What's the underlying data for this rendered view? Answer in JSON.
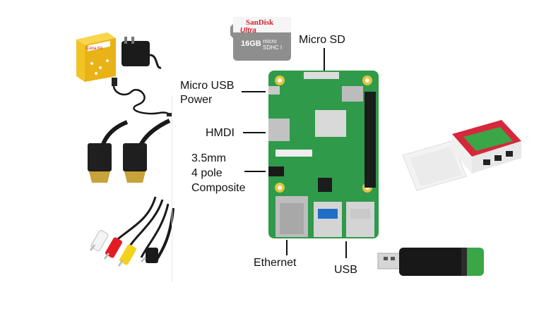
{
  "labels": {
    "micro_sd": "Micro SD",
    "micro_usb_power": [
      "Micro USB",
      "Power"
    ],
    "hdmi": "HMDI",
    "composite": [
      "3.5mm",
      "4 pole",
      "Composite"
    ],
    "ethernet": "Ethernet",
    "usb": "USB"
  },
  "sd_card": {
    "brand": "SanDisk",
    "line": "Ultra",
    "capacity": "16GB",
    "format": "micro SDHC I"
  },
  "boxes": {
    "starter_kit": "Cana Kit"
  },
  "colors": {
    "board_green": "#2f9a4a",
    "case_red": "#d6283c",
    "usb_stick_green": "#3aa646",
    "sd_gray": "#8e8e8e"
  }
}
